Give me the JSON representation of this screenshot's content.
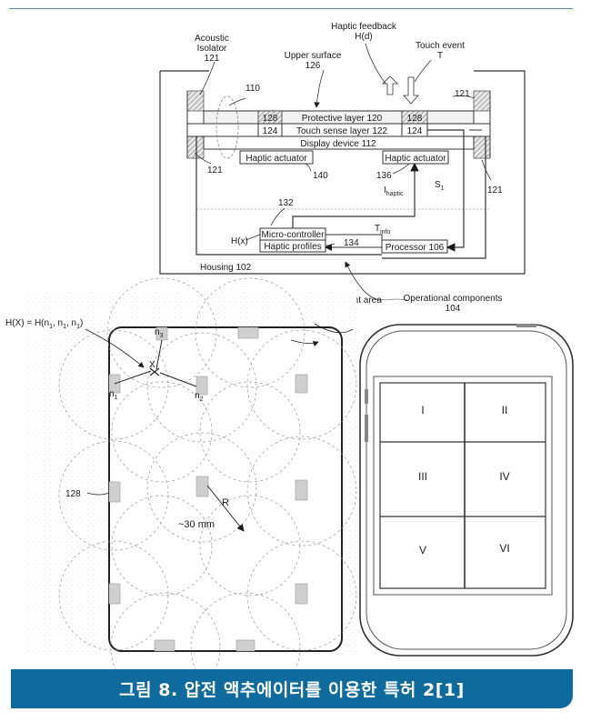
{
  "caption": "그림 8. 압전 액추에이터를 이용한 특허 2[1]",
  "top_diagram": {
    "acoustic_isolator": "Acoustic",
    "acoustic_isolator_2": "Isolator",
    "ref_121": "121",
    "ref_110": "110",
    "upper_surface": "Upper surface",
    "ref_126": "126",
    "haptic_feedback": "Haptic feedback",
    "haptic_fn": "H(d)",
    "touch_event": "Touch event",
    "touch_t": "T",
    "ref_128": "128",
    "protective_layer": "Protective layer 120",
    "ref_124": "124",
    "touch_sense_layer": "Touch sense layer 122",
    "display_device": "Display device 112",
    "haptic_actuator": "Haptic actuator",
    "ref_140": "140",
    "ref_136": "136",
    "i_haptic": "I",
    "i_haptic_sub": "haptic",
    "s1": "S",
    "s1_sub": "1",
    "ref_132": "132",
    "hx": "H(x)",
    "microcontroller": "Micro-controller",
    "t_info": "T",
    "t_info_sub": "info",
    "haptic_profiles": "Haptic profiles",
    "ref_134": "134",
    "processor": "Processor 106",
    "housing": "Housing 102",
    "silent_area": "Silent area",
    "operational_components": "Operational components",
    "ref_104": "104"
  },
  "bottom_left": {
    "formula": "H(X) = H(n",
    "formula_mid": ", n",
    "formula_end": ")",
    "sub1": "1",
    "n3": "n",
    "n3_sub": "3",
    "x": "X",
    "n1": "n",
    "n1_sub": "1",
    "n2": "n",
    "n2_sub": "2",
    "ref_128": "128",
    "r": "R",
    "distance": "~30 mm"
  },
  "phone_regions": [
    "I",
    "II",
    "III",
    "IV",
    "V",
    "VI"
  ]
}
